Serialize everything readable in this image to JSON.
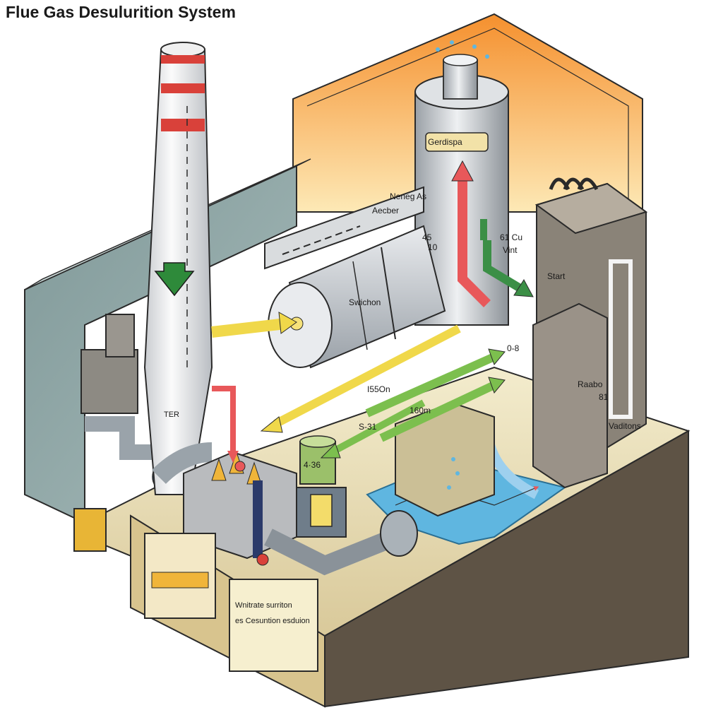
{
  "title": "Flue Gas Desulurition System",
  "labels": {
    "absorber_tag": "Gerdispa",
    "nenag": "Neneg As",
    "aecber": "Aecber",
    "val_45": "45",
    "val_10": "10",
    "val_61": "61 Cu",
    "vint": "Vint",
    "start": "Start",
    "switch": "Swichon",
    "val_08": "0-8",
    "raabo": "Raabo",
    "val_81": "81",
    "vaditons": "Vaditons",
    "val_1550": "I55On",
    "val_160": "160m",
    "s31": "S-31",
    "val_436": "4·36",
    "stack_tag": "TER",
    "panel_line1": "Wnitrate surriton",
    "panel_line2": "es Cesuntion esduion"
  },
  "colors": {
    "flue_gas_arrow": "#e8585a",
    "clean_gas_arrow": "#3b8f46",
    "slurry_arrow": "#f0d84a",
    "recycle_arrow": "#7cbf4e",
    "water": "#5fb6e0",
    "backdrop": "#f7a840"
  }
}
